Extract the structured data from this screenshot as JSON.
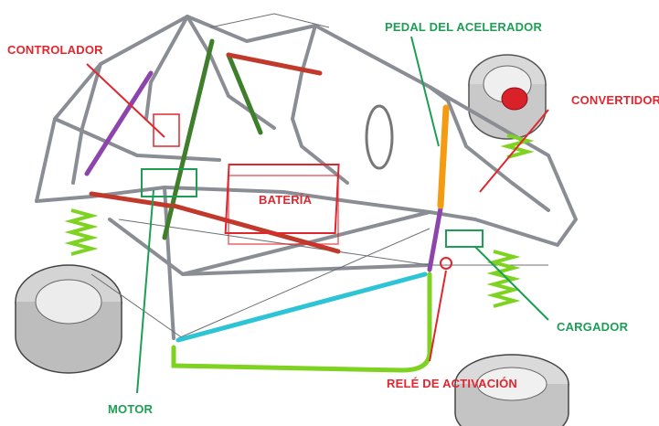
{
  "labels": {
    "controlador": "CONTROLADOR",
    "pedal": "PEDAL DEL ACELERADOR",
    "convertidor": "CONVERTIDOR",
    "bateria": "BATERÍA",
    "cargador": "CARGADOR",
    "motor": "MOTOR",
    "rele": "RELÉ DE ACTIVACIÓN"
  },
  "colors": {
    "label_red": "#e0262e",
    "label_green": "#1e9e55",
    "frame": "#8a8e94",
    "spring": "#7ed321",
    "purple_member": "#8e44ad",
    "cyan_member": "#2ec4d6",
    "orange_member": "#f39c12",
    "red_member": "#c0392b"
  },
  "icons": [
    "wheel-icon",
    "spring-icon",
    "chassis-frame-icon",
    "steering-wheel-icon"
  ]
}
